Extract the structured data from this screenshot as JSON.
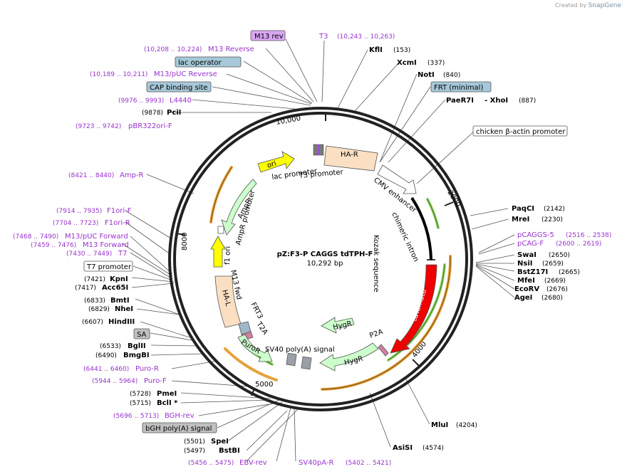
{
  "credit": {
    "prefix": "Created by",
    "brand": "SnapGene"
  },
  "plasmid": {
    "name": "pZ:F3-P CAGGS tdTPH-F",
    "length": "10,292 bp"
  },
  "colors": {
    "enzyme": "#000000",
    "primer": "#9933cc",
    "feature_box_blue": "#a6c8d8",
    "feature_box_purple": "#d9a6f2",
    "feature_box_gray": "#c0c0c0"
  },
  "ticks": [
    "10,000",
    "2000",
    "4000",
    "5000",
    "8000"
  ],
  "left_labels": [
    {
      "pos": "(10,208 .. 10,224)",
      "name": "M13 Reverse",
      "kind": "primer"
    },
    {
      "name": "lac operator",
      "kind": "box-blue"
    },
    {
      "pos": "(10,189 .. 10,211)",
      "name": "M13/pUC Reverse",
      "kind": "primer"
    },
    {
      "name": "CAP binding site",
      "kind": "box-blue"
    },
    {
      "pos": "(9976 .. 9993)",
      "name": "L4440",
      "kind": "primer"
    },
    {
      "pos": "(9878)",
      "name": "PciI",
      "kind": "enzyme"
    },
    {
      "pos": "(9723 .. 9742)",
      "name": "pBR322ori-F",
      "kind": "primer"
    },
    {
      "pos": "(8421 .. 8440)",
      "name": "Amp-R",
      "kind": "primer"
    },
    {
      "pos": "(7914 .. 7935)",
      "name": "F1ori-F",
      "kind": "primer"
    },
    {
      "pos": "(7704 .. 7723)",
      "name": "F1ori-R",
      "kind": "primer"
    },
    {
      "pos": "(7468 .. 7490)",
      "name": "M13/pUC Forward",
      "kind": "primer"
    },
    {
      "pos": "(7459 .. 7476)",
      "name": "M13 Forward",
      "kind": "primer"
    },
    {
      "pos": "(7430 .. 7449)",
      "name": "T7",
      "kind": "primer"
    },
    {
      "name": "T7 promoter",
      "kind": "box-white"
    },
    {
      "pos": "(7421)",
      "name": "KpnI",
      "kind": "enzyme"
    },
    {
      "pos": "(7417)",
      "name": "Acc65I",
      "kind": "enzyme"
    },
    {
      "pos": "(6833)",
      "name": "BmtI",
      "kind": "enzyme"
    },
    {
      "pos": "(6829)",
      "name": "NheI",
      "kind": "enzyme"
    },
    {
      "pos": "(6607)",
      "name": "HindIII",
      "kind": "enzyme"
    },
    {
      "name": "SA",
      "kind": "box-gray"
    },
    {
      "pos": "(6533)",
      "name": "BglII",
      "kind": "enzyme"
    },
    {
      "pos": "(6490)",
      "name": "BmgBI",
      "kind": "enzyme"
    },
    {
      "pos": "(6441 .. 6460)",
      "name": "Puro-R",
      "kind": "primer"
    },
    {
      "pos": "(5944 .. 5964)",
      "name": "Puro-F",
      "kind": "primer"
    },
    {
      "pos": "(5728)",
      "name": "PmeI",
      "kind": "enzyme"
    },
    {
      "pos": "(5715)",
      "name": "BclI *",
      "kind": "enzyme"
    },
    {
      "pos": "(5696 .. 5713)",
      "name": "BGH-rev",
      "kind": "primer"
    },
    {
      "name": "bGH poly(A) signal",
      "kind": "box-gray"
    },
    {
      "pos": "(5501)",
      "name": "SpeI",
      "kind": "enzyme"
    },
    {
      "pos": "(5497)",
      "name": "BstBI",
      "kind": "enzyme"
    },
    {
      "pos": "(5456 .. 5475)",
      "name": "EBV-rev",
      "kind": "primer"
    }
  ],
  "top_labels": [
    {
      "name": "M13 rev",
      "kind": "box-purple"
    },
    {
      "name": "T3",
      "kind": "primer"
    },
    {
      "pos": "(10,243 .. 10,263)",
      "kind": "primer-pos"
    },
    {
      "name": "KflI",
      "pos": "(153)",
      "kind": "enzyme"
    },
    {
      "name": "XcmI",
      "pos": "(337)",
      "kind": "enzyme"
    },
    {
      "name": "NotI",
      "pos": "(840)",
      "kind": "enzyme"
    },
    {
      "name": "FRT (minimal)",
      "kind": "box-blue"
    },
    {
      "name": "PaeR7I",
      "extra": "- XhoI",
      "pos": "(887)",
      "kind": "enzyme"
    },
    {
      "name": "chicken β-actin promoter",
      "kind": "box-white"
    }
  ],
  "right_labels": [
    {
      "name": "PaqCI",
      "pos": "(2142)",
      "kind": "enzyme"
    },
    {
      "name": "MreI",
      "pos": "(2230)",
      "kind": "enzyme"
    },
    {
      "name": "pCAGGS-5",
      "pos": "(2516 .. 2538)",
      "kind": "primer"
    },
    {
      "name": "pCAG-F",
      "pos": "(2600 .. 2619)",
      "kind": "primer"
    },
    {
      "name": "SwaI",
      "pos": "(2650)",
      "kind": "enzyme"
    },
    {
      "name": "NsiI",
      "pos": "(2659)",
      "kind": "enzyme"
    },
    {
      "name": "BstZ17I",
      "pos": "(2665)",
      "kind": "enzyme"
    },
    {
      "name": "MfeI",
      "pos": "(2669)",
      "kind": "enzyme"
    },
    {
      "name": "EcoRV",
      "pos": "(2676)",
      "kind": "enzyme"
    },
    {
      "name": "AgeI",
      "pos": "(2680)",
      "kind": "enzyme"
    }
  ],
  "bottom_labels": [
    {
      "name": "MluI",
      "pos": "(4204)",
      "kind": "enzyme"
    },
    {
      "name": "AsiSI",
      "pos": "(4574)",
      "kind": "enzyme"
    },
    {
      "name": "SV40pA-R",
      "pos": "(5402 .. 5421)",
      "kind": "primer"
    }
  ],
  "features": [
    "HA-R",
    "lac promoter",
    "T3 promoter",
    "ori",
    "CMV enhancer",
    "chimeric intron",
    "Kozak sequence",
    "tdTomato",
    "AmpR promoter",
    "AmpR",
    "f1 ori",
    "M13 fwd",
    "HA-L",
    "FRT3",
    "T2A",
    "PuroR",
    "SV40 poly(A) signal",
    "HygR",
    "P2A"
  ]
}
